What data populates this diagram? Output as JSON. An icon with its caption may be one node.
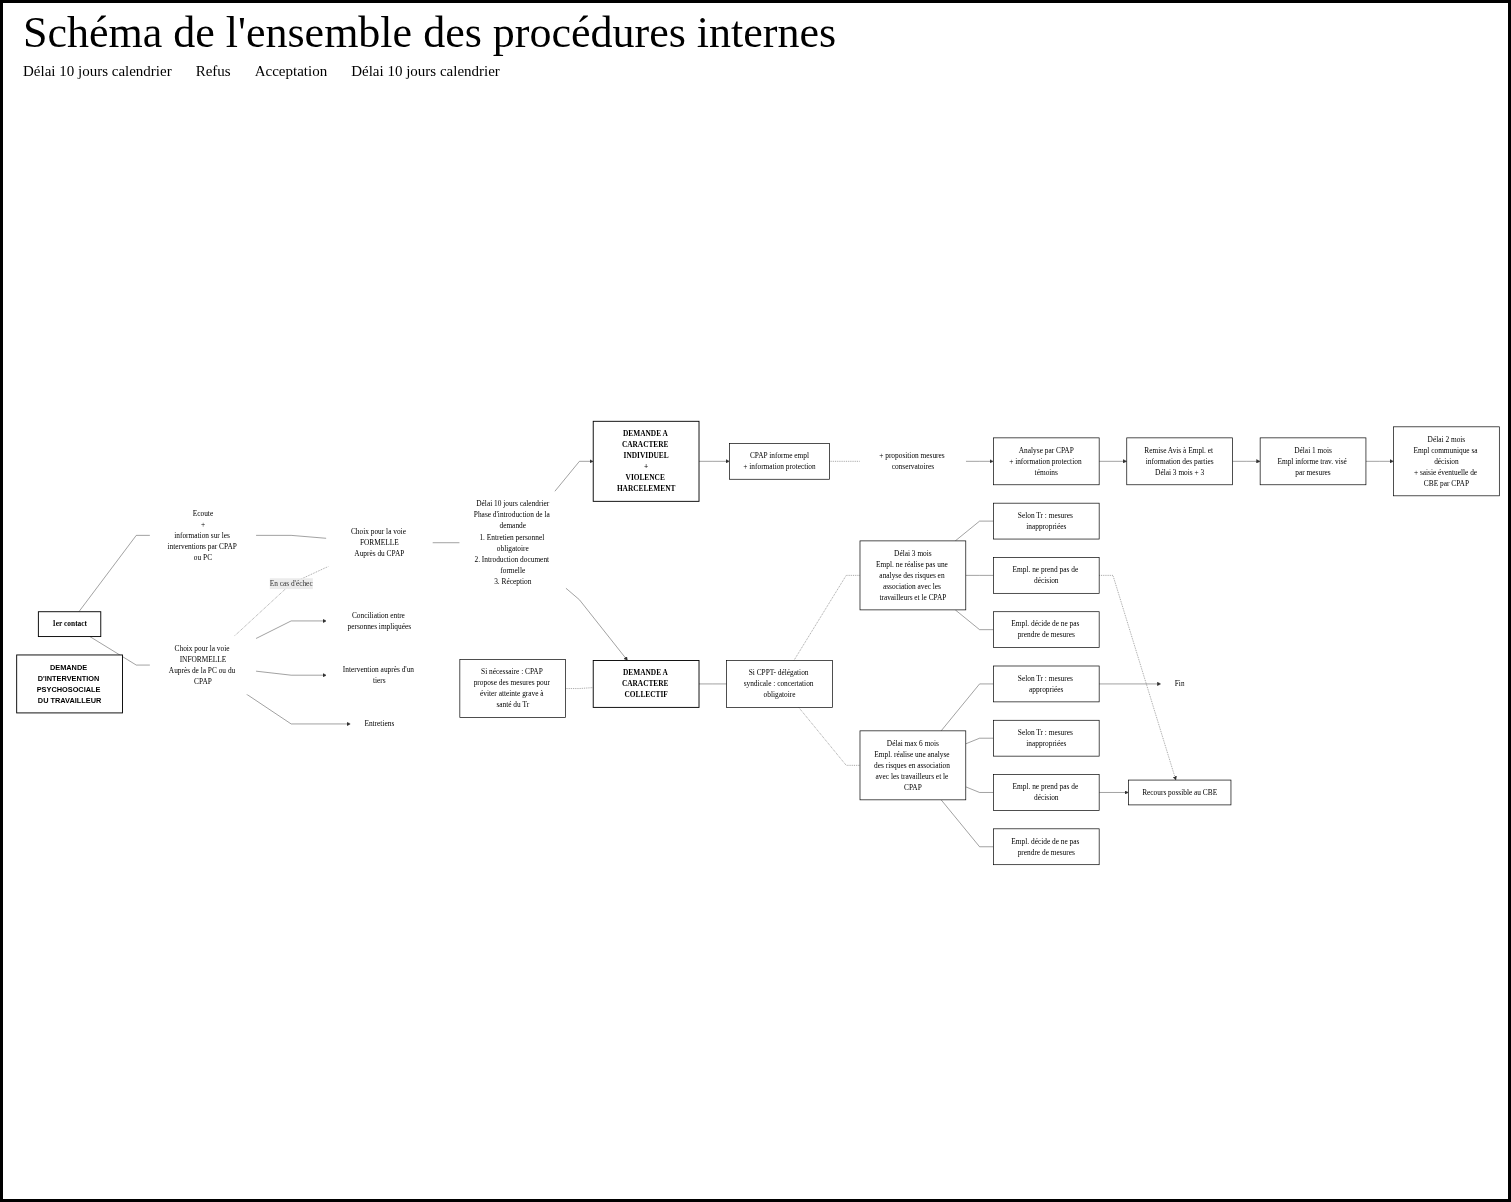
{
  "diagram": {
    "title": "Schéma de l'ensemble des procédures internes",
    "nodes": [
      {
        "text": [
          "DEMANDE D'INTERVENTION PSYCHOSOCIALE DU TRAVAILLEUR"
        ]
      },
      {
        "text": [
          "Choix pour la voie INFORMELLE",
          "Auprès de la PC ou du CPAP"
        ]
      },
      {
        "text": [
          "Entretiens"
        ]
      },
      {
        "text": [
          "Intervention auprès d'un tiers"
        ]
      },
      {
        "text": [
          "Conciliation entre personnes impliquées"
        ]
      },
      {
        "text": [
          "1er contact"
        ]
      },
      {
        "text": [
          "Ecoute",
          "+",
          "information sur les interventions par CPAP ou PC"
        ]
      },
      {
        "text": [
          "Choix pour la voie FORMELLE",
          "Auprès du CPAP"
        ]
      },
      {
        "text": [
          "Délai 10 jours calendrier",
          "Phase d'introduction de la demande",
          "1. Entretien personnel obligatoire",
          "2. Introduction document formelle",
          "3. Réception"
        ]
      },
      {
        "text": [
          "Si nécessaire : CPAP propose des mesures pour éviter atteinte grave à santé du Tr"
        ]
      },
      {
        "text": [
          "DEMANDE A CARACTERE COLLECTIF"
        ]
      },
      {
        "text": [
          "Si CPPT- délégation syndicale : concertation obligatoire"
        ]
      },
      {
        "text": [
          "Délai max 6 mois",
          "Empl. réalise une analyse des risques en association avec les travailleurs et le CPAP"
        ]
      },
      {
        "text": [
          "Empl. décide de ne pas prendre de mesures"
        ]
      },
      {
        "text": [
          "Empl. ne prend pas de décision"
        ]
      },
      {
        "text": [
          "Selon Tr : mesures inappropriées"
        ]
      },
      {
        "text": [
          "Recours possible au CBE"
        ]
      },
      {
        "text": [
          "Selon Tr : mesures appropriées"
        ]
      },
      {
        "text": [
          "Fin"
        ]
      },
      {
        "text": [
          "Délai 3 mois",
          "Empl. ne réalise pas une analyse des risques en association avec les travailleurs et le CPAP"
        ]
      },
      {
        "text": [
          "Empl. décide de ne pas prendre de mesures"
        ]
      },
      {
        "text": [
          "Empl. ne prend pas de décision"
        ]
      },
      {
        "text": [
          "Selon Tr : mesures inappropriées"
        ]
      },
      {
        "text": [
          "DEMANDE A CARACTERE INDIVIDUEL",
          "+",
          "VIOLENCE HARCELEMENT"
        ]
      },
      {
        "text": [
          "CPAP informe empl",
          "+ information protection"
        ]
      },
      {
        "text": [
          "+ proposition mesures conservatoires"
        ]
      },
      {
        "text": [
          "Analyse par CPAP",
          "+ information protection témoins"
        ]
      },
      {
        "text": [
          "Remise Avis à Empl. et information des parties",
          "Délai 3 mois + 3"
        ]
      },
      {
        "text": [
          "Délai 1 mois",
          "Empl informe trav. visé par mesures"
        ]
      },
      {
        "text": [
          "Délai 2 mois",
          "Empl communique sa décision",
          "+ saisie éventuelle de CBE par CPAP"
        ]
      }
    ],
    "edges": [
      {
        "from": 1,
        "to": 2,
        "arrow": "to"
      },
      {
        "from": 1,
        "to": 3,
        "arrow": "to"
      },
      {
        "from": 1,
        "to": 4,
        "arrow": "to"
      },
      {
        "from": 5,
        "to": 1,
        "arrow": "none"
      },
      {
        "from": 5,
        "to": 6,
        "arrow": "none"
      },
      {
        "from": 1,
        "to": 7,
        "arrow": "none",
        "label": "En cas d'échec",
        "style": "dashed"
      },
      {
        "from": 6,
        "to": 7,
        "arrow": "none"
      },
      {
        "from": 7,
        "to": 8,
        "arrow": "none"
      },
      {
        "from": 8,
        "to": 10,
        "arrow": "to"
      },
      {
        "from": 8,
        "to": 23,
        "arrow": "to"
      },
      {
        "from": 9,
        "to": 10,
        "arrow": "none",
        "style": "dashed"
      },
      {
        "from": 10,
        "to": 11,
        "arrow": "none"
      },
      {
        "from": 11,
        "to": 12,
        "arrow": "none",
        "style": "dashed"
      },
      {
        "from": 11,
        "to": 19,
        "arrow": "none",
        "style": "dashed"
      },
      {
        "from": 12,
        "to": 13,
        "arrow": "none"
      },
      {
        "from": 12,
        "to": 14,
        "arrow": "none"
      },
      {
        "from": 12,
        "to": 15,
        "arrow": "none"
      },
      {
        "from": 12,
        "to": 17,
        "arrow": "none"
      },
      {
        "from": 14,
        "to": 16,
        "arrow": "to"
      },
      {
        "from": 17,
        "to": 18,
        "arrow": "to"
      },
      {
        "from": 19,
        "to": 20,
        "arrow": "none"
      },
      {
        "from": 19,
        "to": 21,
        "arrow": "none"
      },
      {
        "from": 19,
        "to": 22,
        "arrow": "none"
      },
      {
        "from": 21,
        "to": 16,
        "arrow": "to",
        "style": "dashed"
      },
      {
        "from": 23,
        "to": 24,
        "arrow": "to"
      },
      {
        "from": 24,
        "to": 25,
        "arrow": "none",
        "style": "dashed"
      },
      {
        "from": 25,
        "to": 26,
        "arrow": "to"
      },
      {
        "from": 26,
        "to": 27,
        "arrow": "to"
      },
      {
        "from": 27,
        "to": 28,
        "arrow": "to"
      },
      {
        "from": 28,
        "to": 29,
        "arrow": "to"
      }
    ],
    "labels": [
      "Délai 10 jours calendrier",
      "Refus",
      "Acceptation",
      "Délai 10 jours calendrier"
    ]
  }
}
